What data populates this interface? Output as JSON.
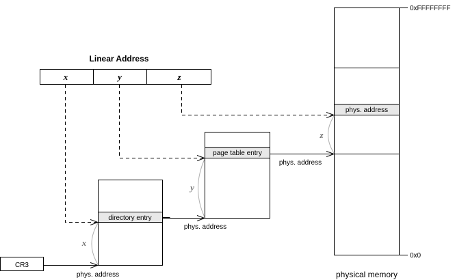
{
  "diagram": {
    "title": "Linear Address",
    "linear_address_fields": [
      "x",
      "y",
      "z"
    ],
    "cr3_label": "CR3",
    "directory_entry_label": "directory entry",
    "page_table_entry_label": "page table entry",
    "memory_entry_label": "phys. address",
    "phys_address_label": "phys. address",
    "offset_labels": {
      "x": "x",
      "y": "y",
      "z": "z"
    },
    "memory_top_label": "0xFFFFFFFF",
    "memory_bottom_label": "0x0",
    "memory_caption": "physical memory",
    "colors": {
      "entry_fill": "#e8e8e8",
      "offset_arc": "#b0b0b0",
      "line": "#000000"
    }
  }
}
